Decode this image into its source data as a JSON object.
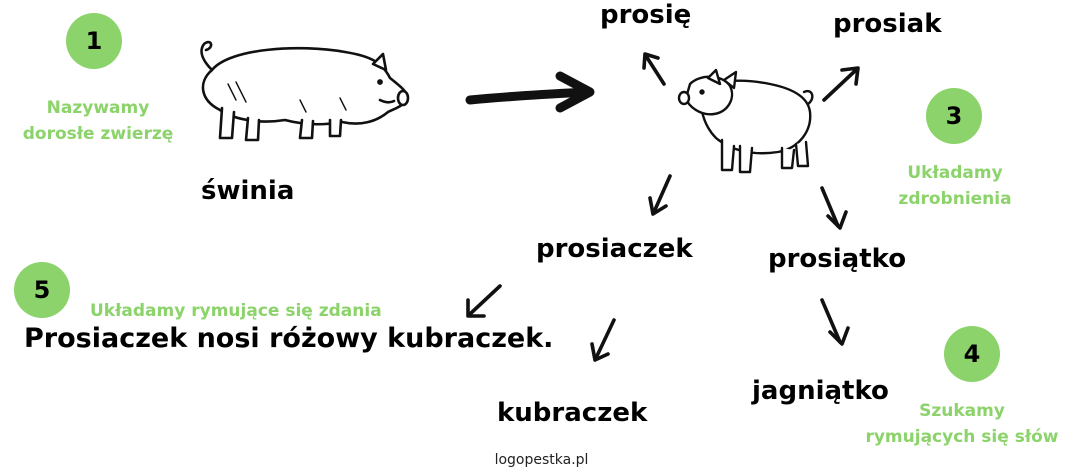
{
  "steps": {
    "s1": {
      "number": "1",
      "text_line1": "Nazywamy",
      "text_line2": "dorosłe zwierzę"
    },
    "s3": {
      "number": "3",
      "text_line1": "Układamy",
      "text_line2": "zdrobnienia"
    },
    "s4": {
      "number": "4",
      "text_line1": "Szukamy",
      "text_line2": "rymujących się słów"
    },
    "s5": {
      "number": "5",
      "text_line1": "Układamy rymujące się zdania"
    }
  },
  "words": {
    "adult": "świnia",
    "prosie": "prosię",
    "prosiak": "prosiak",
    "prosiaczek": "prosiaczek",
    "prosiatko": "prosiątko",
    "kubraczek": "kubraczek",
    "jagniatko": "jagniątko"
  },
  "sentence": "Prosiaczek nosi różowy kubraczek.",
  "footer": "logopestka.pl",
  "colors": {
    "accent_green": "#8bd36a",
    "text": "#000000"
  },
  "icons": [
    "adult-pig-icon",
    "piglet-icon",
    "arrow-icon"
  ]
}
